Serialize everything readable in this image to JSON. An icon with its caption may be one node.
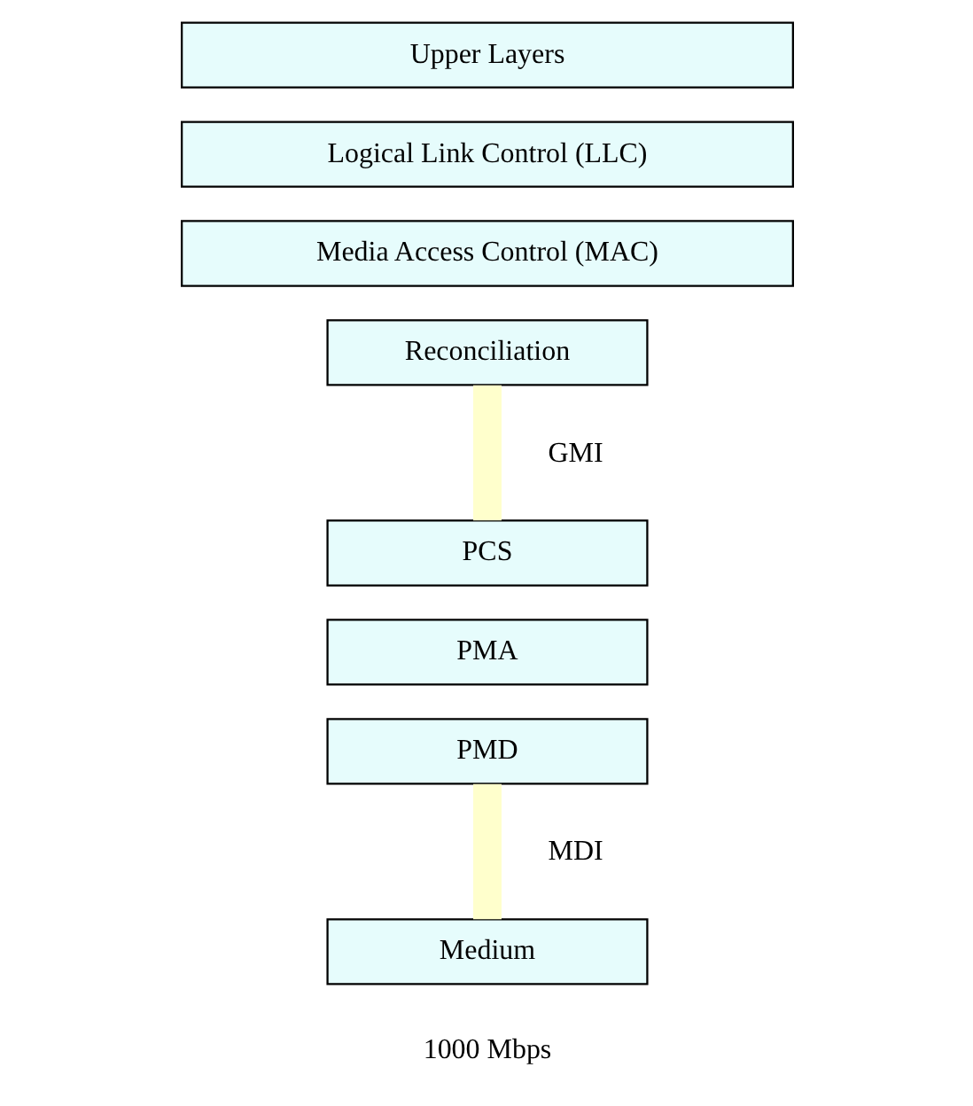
{
  "diagram": {
    "nodes": [
      {
        "text": [
          "Upper Layers"
        ]
      },
      {
        "text": [
          "Logical Link Control (LLC)"
        ]
      },
      {
        "text": [
          "Media Access Control (MAC)"
        ]
      },
      {
        "text": [
          "Reconciliation"
        ]
      },
      {
        "text": [
          "PCS"
        ]
      },
      {
        "text": [
          "PMA"
        ]
      },
      {
        "text": [
          "PMD"
        ]
      },
      {
        "text": [
          "Medium"
        ]
      }
    ],
    "edges": [
      {
        "from": 3,
        "to": 4,
        "arrow": "none",
        "label": "GMI",
        "color": "#ffffcc"
      },
      {
        "from": 6,
        "to": 7,
        "arrow": "none",
        "label": "MDI",
        "color": "#ffffcc"
      }
    ],
    "labels": [
      "1000 Mbps"
    ]
  }
}
